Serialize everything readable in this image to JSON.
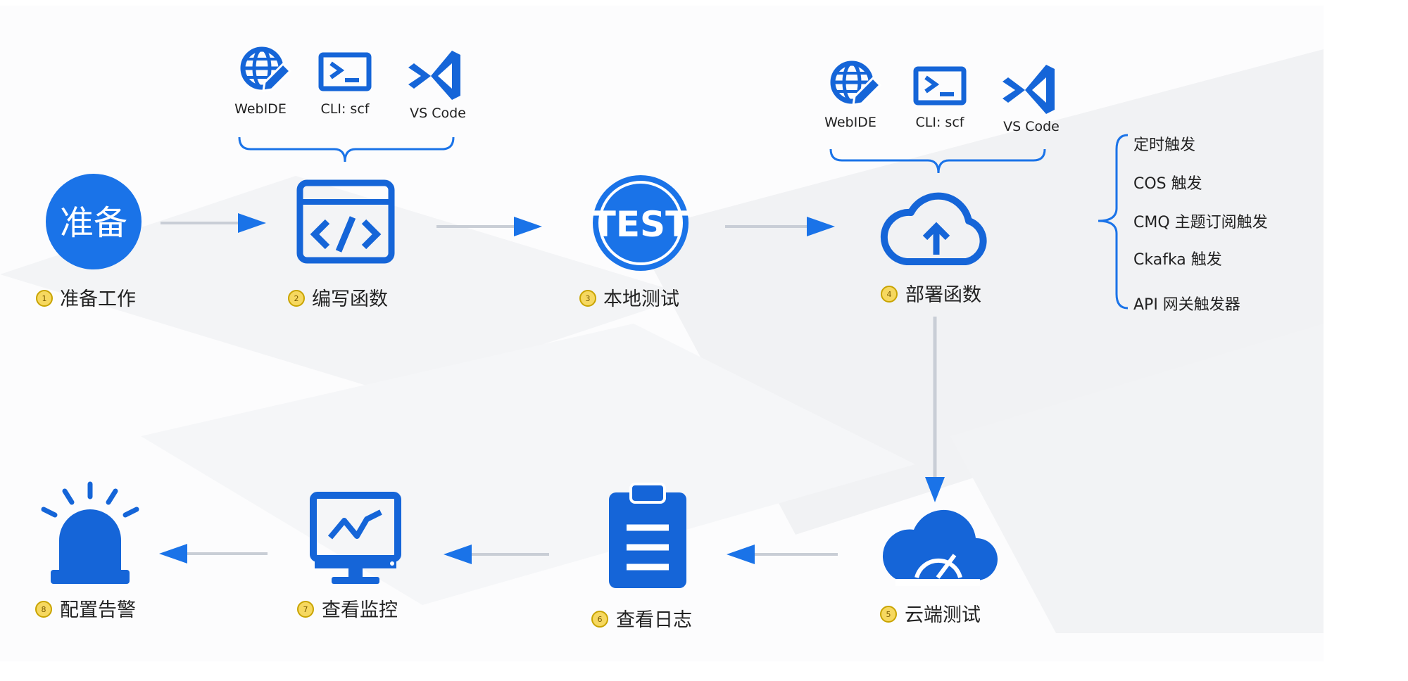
{
  "colors": {
    "primary": "#1a73e8",
    "icon_blue": "#1565d8",
    "arrow_line": "#c9ced6",
    "badge_fill": "#f6d860",
    "badge_stroke": "#c9a400",
    "text": "#222222",
    "bg_shape": "#eef0f3"
  },
  "tools_top": {
    "webide_label": "WebIDE",
    "cli_label": "CLI: scf",
    "vscode_label": "VS Code"
  },
  "tools_deploy": {
    "webide_label": "WebIDE",
    "cli_label": "CLI: scf",
    "vscode_label": "VS Code"
  },
  "steps": [
    {
      "badge": "1",
      "label": "准备工作",
      "icon": "prepare-circle-icon",
      "icon_text": "准备"
    },
    {
      "badge": "2",
      "label": "编写函数",
      "icon": "code-window-icon"
    },
    {
      "badge": "3",
      "label": "本地测试",
      "icon": "test-badge-icon",
      "icon_text": "TEST"
    },
    {
      "badge": "4",
      "label": "部署函数",
      "icon": "cloud-upload-icon"
    },
    {
      "badge": "5",
      "label": "云端测试",
      "icon": "cloud-speedometer-icon"
    },
    {
      "badge": "6",
      "label": "查看日志",
      "icon": "clipboard-icon"
    },
    {
      "badge": "7",
      "label": "查看监控",
      "icon": "monitor-chart-icon"
    },
    {
      "badge": "8",
      "label": "配置告警",
      "icon": "alarm-light-icon"
    }
  ],
  "triggers": [
    "定时触发",
    "COS 触发",
    "CMQ 主题订阅触发",
    "Ckafka 触发",
    "API 网关触发器"
  ]
}
